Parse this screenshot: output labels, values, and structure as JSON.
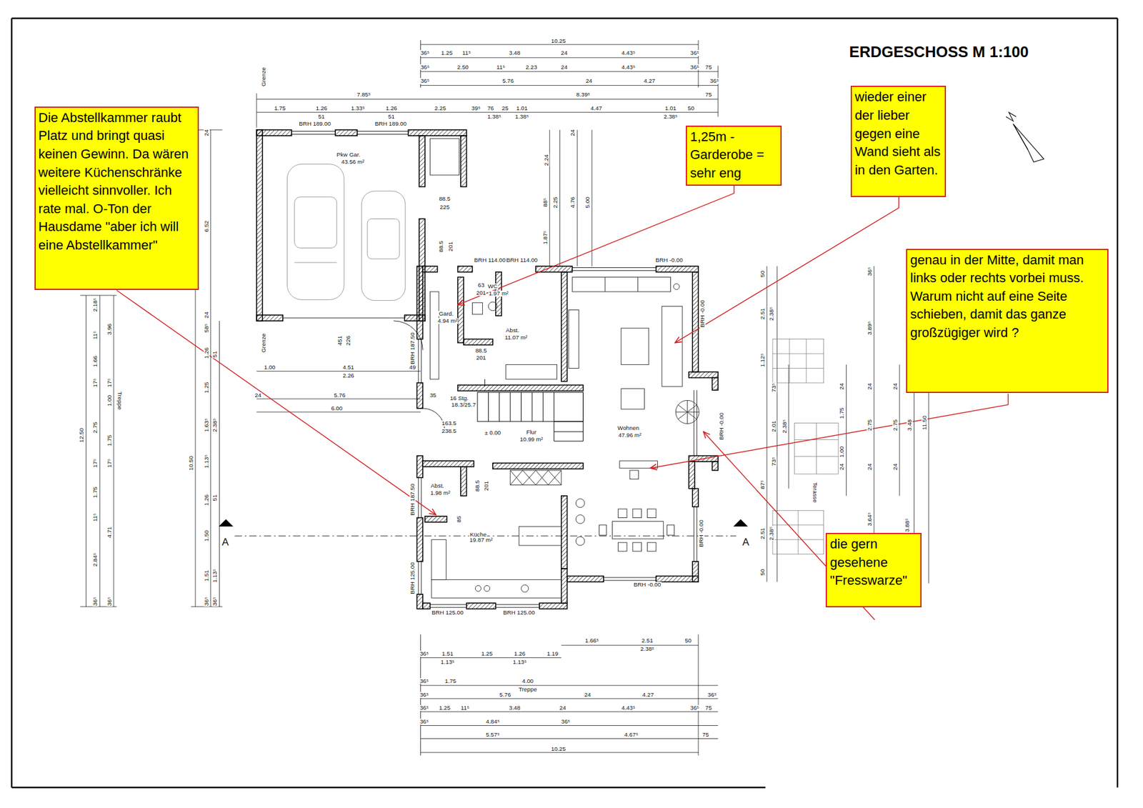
{
  "diagram": {
    "title": "ERDGESCHOSS  M 1:100",
    "nodes": [
      {
        "text": [
          "Die Abstellkammer raubt Platz und bringt quasi keinen Gewinn. Da wären weitere Küchenschränke vielleicht sinnvoller. Ich rate mal. O-Ton der Hausdame \"aber ich will eine Abstellkammer\""
        ]
      },
      {
        "text": [
          "1,25m - Garderobe = sehr eng"
        ]
      },
      {
        "text": [
          "wieder einer der lieber gegen eine Wand sieht als in den Garten."
        ]
      },
      {
        "text": [
          "genau in der Mitte, damit man links oder rechts vorbei muss. Warum nicht auf eine Seite schieben, damit das ganze großzügiger wird ?"
        ]
      },
      {
        "text": [
          "die gern gesehene \"Fresswarze\""
        ]
      }
    ],
    "labels": [
      "10.25",
      "36⁵",
      "1.25",
      "11⁵",
      "3.48",
      "24",
      "4.43⁵",
      "36⁵",
      "36⁵",
      "2.50",
      "11⁵",
      "2.23",
      "24",
      "4.43⁵",
      "36⁵",
      "75",
      "36⁵",
      "5.76",
      "24",
      "4.27",
      "36⁵",
      "7.85⁵",
      "8.39⁵",
      "75",
      "1.75",
      "1.26",
      "1.33⁵",
      "1.26",
      "2.25",
      "39⁵",
      "76",
      "25",
      "1.01",
      "4.47",
      "1.01",
      "50",
      "51",
      "51",
      "1.38⁵",
      "1.38⁵",
      "2.38⁵",
      "Grenze",
      "Grenze",
      "BRH 189.00",
      "BRH 189.00",
      "Pkw Gar.",
      "43.56 m²",
      "88.5",
      "225",
      "88.5",
      "201",
      "BRH 114.00",
      "BRH 114.00",
      "BRH -0.00",
      "63",
      "WC",
      "201",
      "1.97 m²",
      "Gard.",
      "4.94 m²",
      "Abst.",
      "11.07 m²",
      "BRH -0.00",
      "451",
      "226",
      "BRH 187.50",
      "88.5",
      "201",
      "16 Stg.",
      "18.3/25.7",
      "163.5",
      "238.5",
      "± 0.00",
      "Flur",
      "10.99 m²",
      "Wohnen",
      "47.96 m²",
      "BRH -0.00",
      "88.5",
      "201",
      "Abst.",
      "1.98 m²",
      "BRH 187.50",
      "85",
      "Küche",
      "19.87 m²",
      "BRH -0.00",
      "BRH 125.00",
      "BRH -0.00",
      "BRH 125.00",
      "BRH 125.00",
      "A",
      "A",
      "Terasse",
      "Treppe",
      "12.50",
      "2.18⁵",
      "11⁵",
      "3.96",
      "1.66",
      "17⁵",
      "17⁵",
      "1.00",
      "2.75",
      "1.75",
      "17⁵",
      "17⁵",
      "1.75",
      "11⁵",
      "4.71",
      "2.84⁵",
      "36⁵",
      "36⁵",
      "24",
      "6.52",
      "24",
      "58⁵",
      "1.26",
      "51",
      "1.25",
      "10.50",
      "1.63⁵",
      "2.38⁵",
      "1.13⁵",
      "1.26",
      "51",
      "1.50",
      "1.51",
      "1.13⁵",
      "36⁵",
      "36⁵",
      "1.00",
      "4.51",
      "2.26",
      "49",
      "24",
      "5.76",
      "35",
      "6.00",
      "2.24",
      "24",
      "88⁵",
      "2.25",
      "4.76",
      "5.00",
      "1.87⁵",
      "50",
      "2.51",
      "2.38⁵",
      "1.12⁵",
      "73⁵",
      "2.01",
      "2.38⁵",
      "73⁵",
      "87⁵",
      "2.51",
      "2.38⁵",
      "50",
      "36⁵",
      "3.89⁵",
      "24",
      "24",
      "24",
      "1.75",
      "2.75",
      "2.75",
      "3.48",
      "11.50",
      "1.00",
      "24",
      "24",
      "24",
      "3.64⁵",
      "3.88⁵",
      "1.66⁵",
      "2.51",
      "50",
      "2.38⁵",
      "36⁵",
      "1.51",
      "1.25",
      "1.26",
      "1.19",
      "1.13⁵",
      "1.13⁵",
      "36⁵",
      "1.75",
      "4.00",
      "Treppe",
      "36⁵",
      "5.76",
      "24",
      "4.27",
      "36⁵",
      "36⁵",
      "1.25",
      "11⁵",
      "3.48",
      "24",
      "4.43⁵",
      "36⁵",
      "75",
      "36⁵",
      "4.84⁵",
      "36⁵",
      "5.57⁵",
      "4.67⁵",
      "75",
      "10.25"
    ]
  }
}
